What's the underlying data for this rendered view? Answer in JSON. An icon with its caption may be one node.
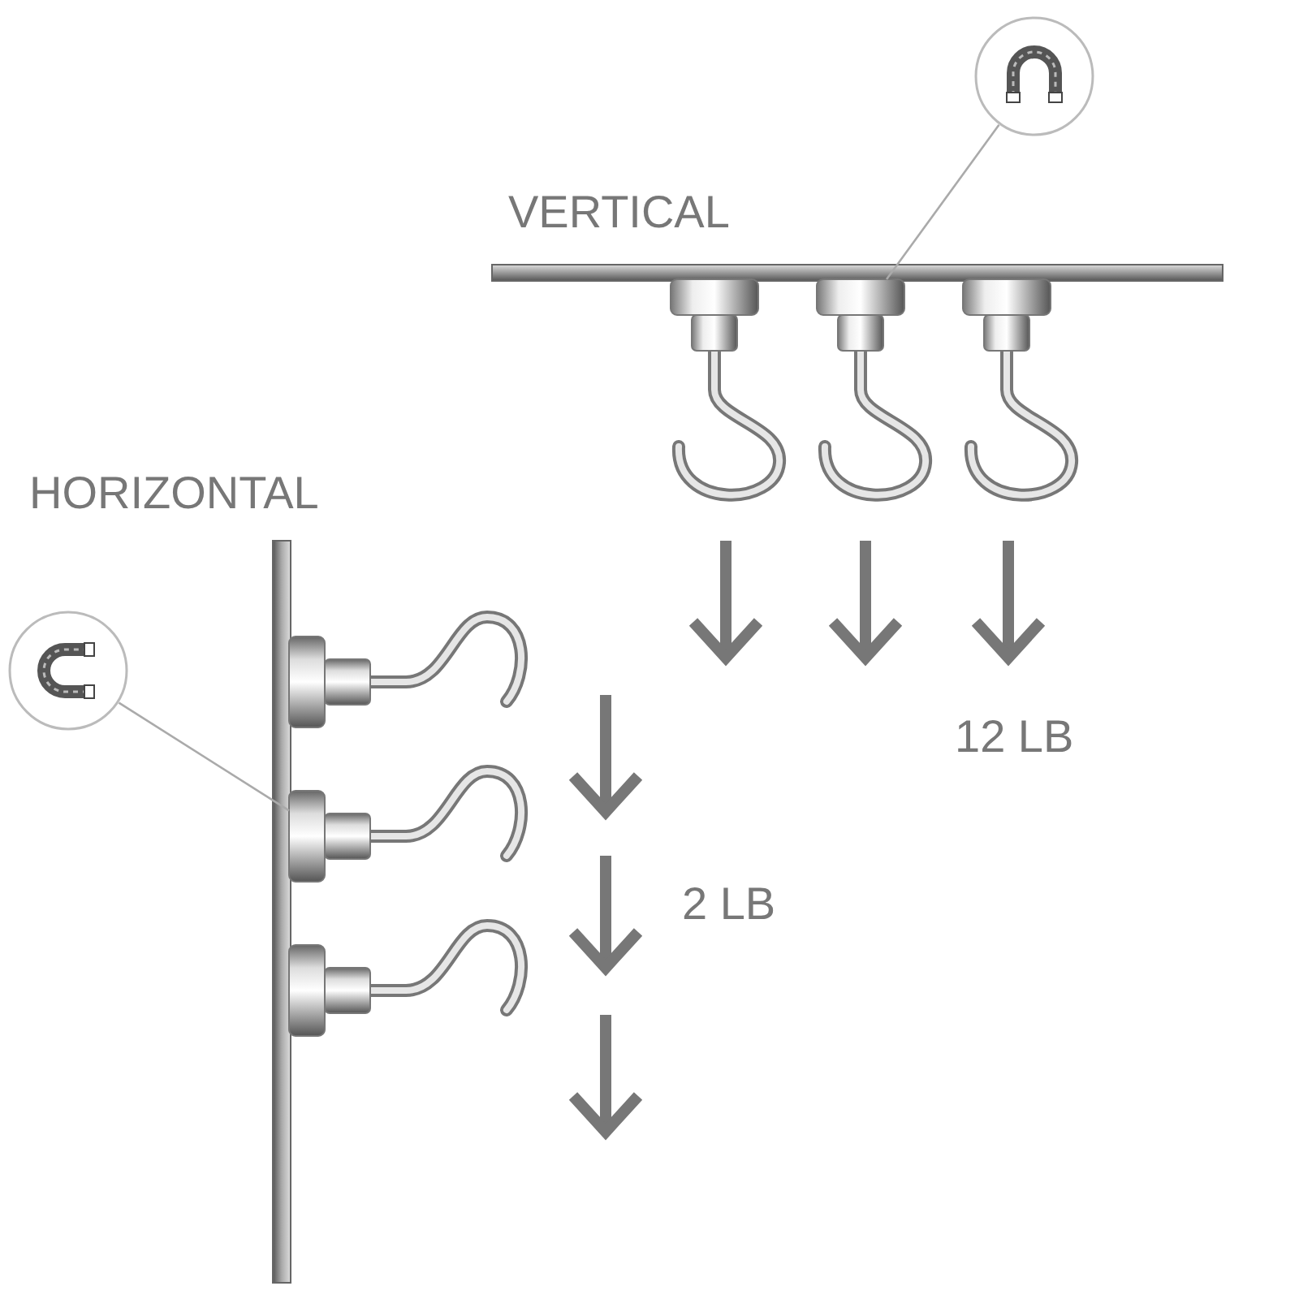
{
  "diagram": {
    "nodes": [
      {
        "text": [],
        "shape": "circle"
      },
      {
        "text": [],
        "shape": "picture"
      },
      {
        "text": [],
        "shape": "circle"
      },
      {
        "text": [],
        "shape": "picture"
      }
    ],
    "edges": [
      {
        "from": 0,
        "to": 1,
        "arrow": "none"
      },
      {
        "from": 2,
        "to": 3,
        "arrow": "none"
      }
    ],
    "labels": [
      "VERTICAL",
      "HORIZONTAL",
      "12 LB",
      "2 LB"
    ]
  }
}
